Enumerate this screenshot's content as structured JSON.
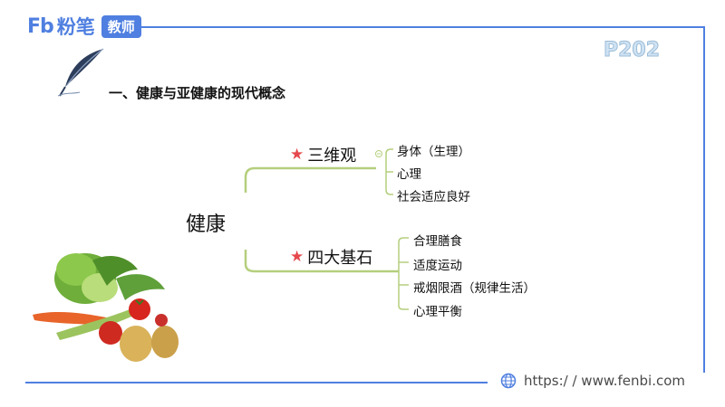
{
  "header": {
    "logo_mark": "Fb",
    "logo_text": "粉笔",
    "logo_badge": "教师",
    "page_number": "P202"
  },
  "section_heading": "一、健康与亚健康的现代概念",
  "diagram": {
    "root": "健康",
    "branches": [
      {
        "label": "三维观",
        "star": "★",
        "children": [
          "身体（生理）",
          "心理",
          "社会适应良好"
        ]
      },
      {
        "label": "四大基石",
        "star": "★",
        "children": [
          "合理膳食",
          "适度运动",
          "戒烟限酒（规律生活）",
          "心理平衡"
        ]
      }
    ],
    "connector_color": "#b5cf7d",
    "star_color": "#e5484d"
  },
  "footer": {
    "url": "https:/ / www.fenbi.com"
  },
  "colors": {
    "brand": "#4f7fe0",
    "frame": "#4f7fe0"
  }
}
